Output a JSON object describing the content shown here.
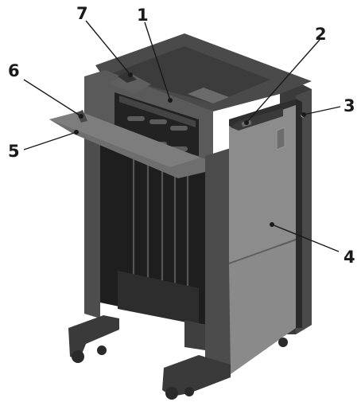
{
  "diagram": {
    "callouts": [
      {
        "id": "1",
        "label": "1"
      },
      {
        "id": "2",
        "label": "2"
      },
      {
        "id": "3",
        "label": "3"
      },
      {
        "id": "4",
        "label": "4"
      },
      {
        "id": "5",
        "label": "5"
      },
      {
        "id": "6",
        "label": "6"
      },
      {
        "id": "7",
        "label": "7"
      }
    ],
    "colors": {
      "body_dark": "#3a3a3a",
      "body_mid": "#5a5a5a",
      "panel_gray": "#8a8a8a",
      "panel_light": "#a3a3a3",
      "tray_gray": "#6f6f6f",
      "inner_dark": "#1f1f1f",
      "label_ink": "#1a1a1a"
    }
  }
}
